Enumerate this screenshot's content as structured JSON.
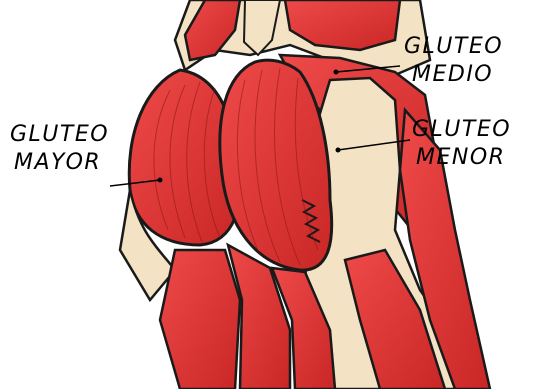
{
  "labels": {
    "gluteo_mayor": {
      "line1": "GLUTEO",
      "line2": "MAYOR"
    },
    "gluteo_medio": {
      "line1": "GLUTEO",
      "line2": "MEDIO"
    },
    "gluteo_menor": {
      "line1": "GLUTEO",
      "line2": "MENOR"
    }
  },
  "colors": {
    "muscle": "#e23a3a",
    "muscle_dark": "#b71c1c",
    "tendon": "#f3e3c4",
    "outline": "#1a1a1a",
    "background": "#ffffff"
  }
}
